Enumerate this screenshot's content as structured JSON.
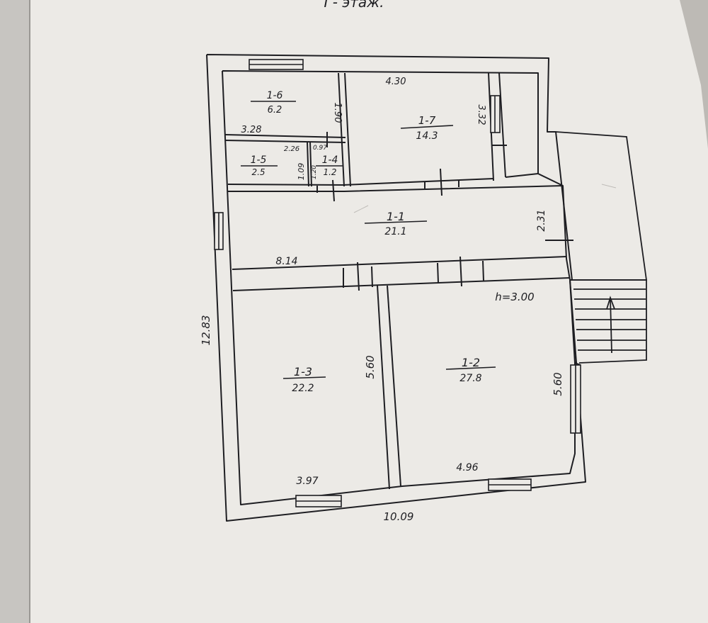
{
  "page": {
    "heading": "I - этаж."
  },
  "rooms": [
    {
      "id": "1-1",
      "area": "21.1"
    },
    {
      "id": "1-2",
      "area": "27.8"
    },
    {
      "id": "1-3",
      "area": "22.2"
    },
    {
      "id": "1-4",
      "area": "1.2"
    },
    {
      "id": "1-5",
      "area": "2.5"
    },
    {
      "id": "1-6",
      "area": "6.2"
    },
    {
      "id": "1-7",
      "area": "14.3"
    }
  ],
  "dimensions": {
    "total_width": "10.09",
    "total_height": "12.83",
    "hall_length": "8.14",
    "hall_depth": "2.31",
    "room_1_3_width": "3.97",
    "room_1_2_width": "4.96",
    "room_1_3_depth": "5.60",
    "room_1_2_depth": "5.60",
    "room_1_6_width": "3.28",
    "room_1_6_depth": "1.90",
    "room_1_7_width": "4.30",
    "room_1_7_depth": "3.32",
    "room_1_5_width": "2.26",
    "room_1_5_depth": "1.09",
    "room_1_4_width": "0.97",
    "room_1_4_depth": "1.20"
  },
  "annotations": {
    "ceiling_height": "h=3.00"
  },
  "colors": {
    "ink": "#1e1e22",
    "paper": "#eceae6",
    "pencil": "#bfbcb8"
  }
}
